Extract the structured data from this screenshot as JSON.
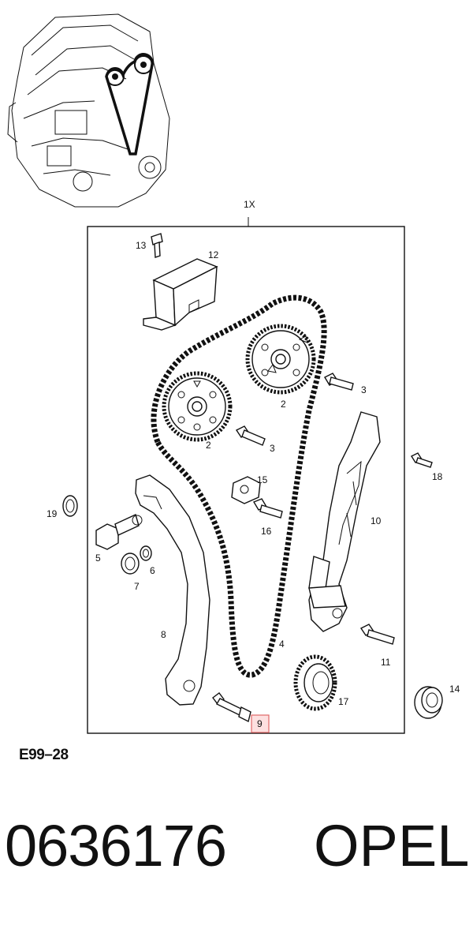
{
  "labels": {
    "kit": "1X",
    "p2a": "2",
    "p2b": "2",
    "p3a": "3",
    "p3b": "3",
    "p4": "4",
    "p5": "5",
    "p6": "6",
    "p7": "7",
    "p8": "8",
    "p9": "9",
    "p10": "10",
    "p11": "11",
    "p12": "12",
    "p13": "13",
    "p14": "14",
    "p15": "15",
    "p16": "16",
    "p17": "17",
    "p18": "18",
    "p19": "19"
  },
  "highlight_color": "#e06868",
  "figure_code": "E99–28",
  "part_number": "0636176",
  "brand": "OPEL"
}
